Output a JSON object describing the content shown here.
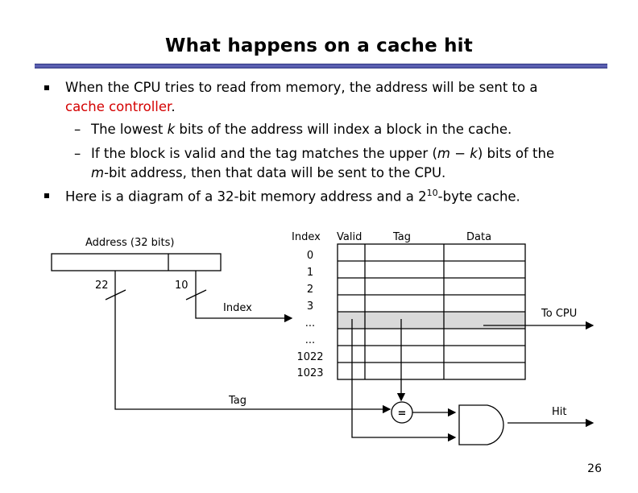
{
  "slide": {
    "title": "What happens on a cache hit",
    "page_number": "26"
  },
  "bullets": {
    "b1_line1": "When the CPU tries to read from memory, the address will be sent to a",
    "b1_line2_red": "cache controller",
    "b1_line2_rest": ".",
    "s1_pre": "The lowest ",
    "s1_k": "k",
    "s1_post": " bits of the address will index a block in the cache.",
    "s2_line1_pre": "If the block is valid and the tag matches the upper (",
    "s2_m": "m",
    "s2_minus": " − ",
    "s2_k": "k",
    "s2_line1_post": ") bits of the",
    "s2_line2_m": "m",
    "s2_line2_post": "-bit address, then that data will be sent to the CPU.",
    "b2_pre": "Here is a diagram of a 32-bit memory address and a 2",
    "b2_sup": "10",
    "b2_post": "-byte cache."
  },
  "diagram": {
    "address_label": "Address (32 bits)",
    "tag_bits": "22",
    "index_bits": "10",
    "index_wire_label": "Index",
    "tag_wire_label": "Tag",
    "headers": {
      "index": "Index",
      "valid": "Valid",
      "tag": "Tag",
      "data": "Data"
    },
    "rows": [
      "0",
      "1",
      "2",
      "3",
      "...",
      "...",
      "1022",
      "1023"
    ],
    "comparator": "=",
    "to_cpu": "To CPU",
    "hit": "Hit",
    "highlight_color": "#d9d9d9"
  }
}
